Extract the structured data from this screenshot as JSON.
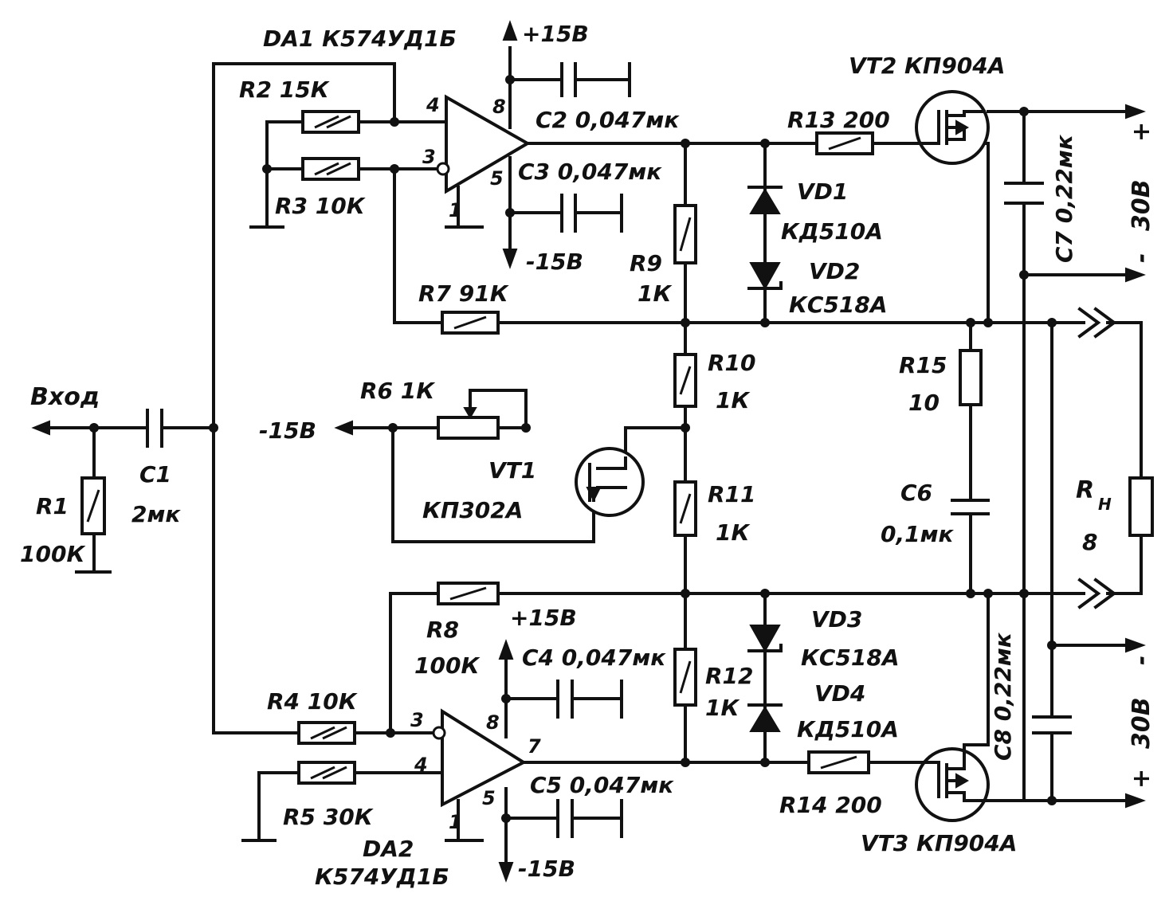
{
  "labels": {
    "da1": "DA1 К574УД1Б",
    "da2_line1": "DA2",
    "da2_line2": "К574УД1Б",
    "plus15_top": "+15В",
    "minus15_top": "-15В",
    "plus15_bottom": "+15В",
    "minus15_bottom": "-15В",
    "minus15_mid": "-15В",
    "input": "Вход",
    "r1_name": "R1",
    "r1_value": "100К",
    "c1_name": "C1",
    "c1_value": "2мк",
    "r2": "R2 15К",
    "r3": "R3 10К",
    "r4": "R4 10К",
    "r5": "R5 30К",
    "r6": "R6 1К",
    "r7": "R7 91К",
    "r8_name": "R8",
    "r8_value": "100К",
    "r9_name": "R9",
    "r9_value": "1К",
    "r10_name": "R10",
    "r10_value": "1К",
    "r11_name": "R11",
    "r11_value": "1К",
    "r12_name": "R12",
    "r12_value": "1К",
    "r13": "R13 200",
    "r14": "R14 200",
    "r15_name": "R15",
    "r15_value": "10",
    "c2": "C2 0,047мк",
    "c3": "C3 0,047мк",
    "c4": "C4 0,047мк",
    "c5": "C5 0,047мк",
    "c6_name": "C6",
    "c6_value": "0,1мк",
    "c7": "C7 0,22мк",
    "c8": "C8 0,22мк",
    "vd1_name": "VD1",
    "vd1_type": "КД510А",
    "vd2_name": "VD2",
    "vd2_type": "КС518А",
    "vd3_name": "VD3",
    "vd3_type": "КС518А",
    "vd4_name": "VD4",
    "vd4_type": "КД510А",
    "vt1_name": "VT1",
    "vt1_type": "КП302А",
    "vt2": "VT2 КП904А",
    "vt3": "VT3 КП904А",
    "rn_name": "R",
    "rn_sub": "Н",
    "rn_value": "8",
    "supply_top_plus": "+",
    "supply_top_voltage": "30В",
    "supply_top_minus": "-",
    "supply_bottom_minus": "-",
    "supply_bottom_voltage": "30В",
    "supply_bottom_plus": "+",
    "pin_4_top": "4",
    "pin_3_top": "3",
    "pin_8_top": "8",
    "pin_5_top": "5",
    "pin_1_top": "1",
    "pin_3_bottom": "3",
    "pin_4_bottom": "4",
    "pin_8_bottom": "8",
    "pin_7_bottom": "7",
    "pin_5_bottom": "5",
    "pin_1_bottom": "1"
  }
}
